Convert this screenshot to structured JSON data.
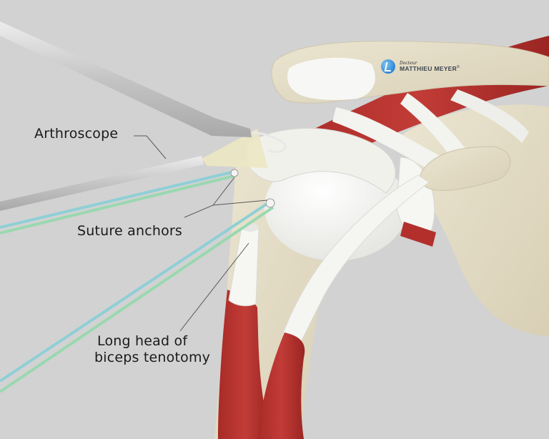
{
  "illustration": {
    "subject": "Arthroscopic shoulder surgery: rotator cuff repair with suture anchors and long head of biceps tenotomy",
    "background_color": "#d2d2d2",
    "colors": {
      "bone": "#e3dcc6",
      "bone_shadow": "#cfc6ad",
      "tendon": "#f2f2ee",
      "muscle": "#b8322f",
      "muscle_dark": "#8f2220",
      "instrument_metal": "#bdbdbd",
      "arthroscope_light": "#ece7c3",
      "suture_blue": "#8fcfd6",
      "suture_green": "#9ad8b0",
      "leader_line": "#5a5a5a"
    }
  },
  "labels": {
    "arthroscope": "Arthroscope",
    "suture_anchors": "Suture anchors",
    "biceps_line1": "Long head of",
    "biceps_line2": "biceps tenotomy"
  },
  "watermark": {
    "prefix": "Docteur",
    "name": "MATTHIEU MEYER",
    "mark": "©"
  }
}
